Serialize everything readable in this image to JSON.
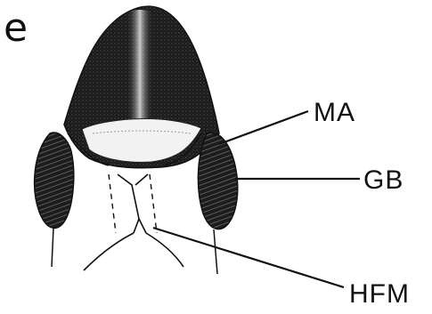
{
  "figure": {
    "panel_letter": "e",
    "labels": {
      "ma": "MA",
      "gb": "GB",
      "hfm": "HFM"
    }
  },
  "colors": {
    "ink": "#111111",
    "paper": "#ffffff",
    "shade_dark": "#1a1a1a",
    "shade_light": "#f2f2f2"
  }
}
